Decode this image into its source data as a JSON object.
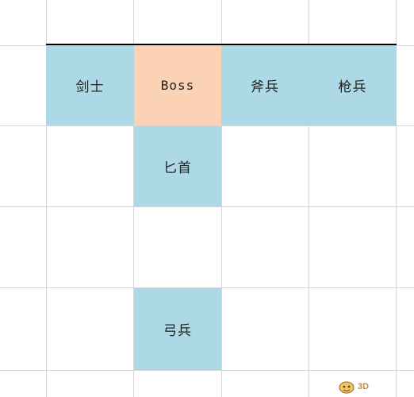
{
  "colors": {
    "unit": "#add8e6",
    "boss": "#fcd2b4",
    "grid_line": "#d6d6d6",
    "border": "#000000"
  },
  "units": {
    "swordsman": "剑士",
    "boss": "Boss",
    "axeman": "斧兵",
    "spearman": "枪兵",
    "dagger": "匕首",
    "archer": "弓兵"
  },
  "watermark": {
    "text": "3D"
  }
}
